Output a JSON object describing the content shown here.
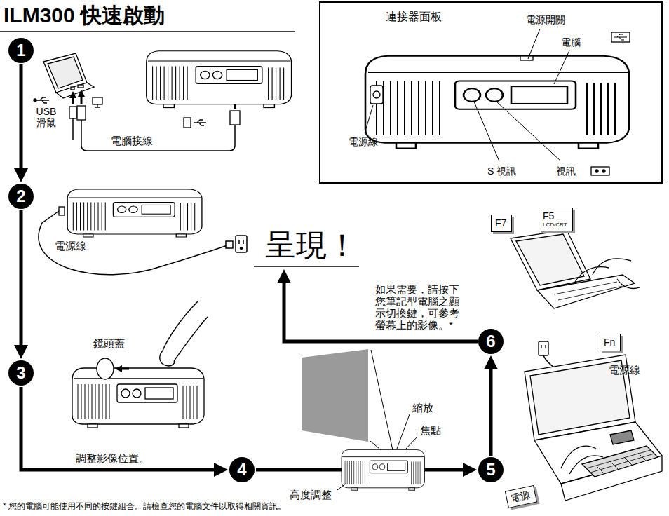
{
  "diagram": {
    "title": "ILM300 快速啟動",
    "nodes": [
      {
        "text": [
          "1"
        ]
      },
      {
        "text": [
          "2"
        ]
      },
      {
        "text": [
          "3"
        ]
      },
      {
        "text": [
          "4"
        ]
      },
      {
        "text": [
          "5"
        ]
      },
      {
        "text": [
          "6"
        ]
      },
      {
        "text": [
          "連接器面板",
          "電源開關",
          "電腦",
          "電源線",
          "S 視訊",
          "視訊"
        ]
      },
      {
        "text": [
          "F7"
        ]
      },
      {
        "text": [
          "F5",
          "LCD/CRT"
        ]
      },
      {
        "text": [
          "Fn"
        ]
      },
      {
        "text": [
          "電源"
        ]
      }
    ],
    "edges": [
      {
        "from": 0,
        "to": 1,
        "arrow": "to"
      },
      {
        "from": 1,
        "to": 2,
        "arrow": "to"
      },
      {
        "from": 2,
        "to": 3,
        "arrow": "to"
      },
      {
        "from": 3,
        "to": 4,
        "arrow": "to"
      },
      {
        "from": 4,
        "to": 5,
        "arrow": "to"
      }
    ],
    "labels": [
      "USB 滑鼠",
      "電腦接線",
      "電源線",
      "鏡頭蓋",
      "調整影像位置。",
      "高度調整",
      "縮放",
      "焦點",
      "如果需要，請按下您筆記型電腦之顯示切換鍵，可參考螢幕上的影像。*",
      "電源線",
      "呈現！",
      "* 您的電腦可能使用不同的按鍵組合。請檢查您的電腦文件以取得相關資訊。"
    ]
  }
}
